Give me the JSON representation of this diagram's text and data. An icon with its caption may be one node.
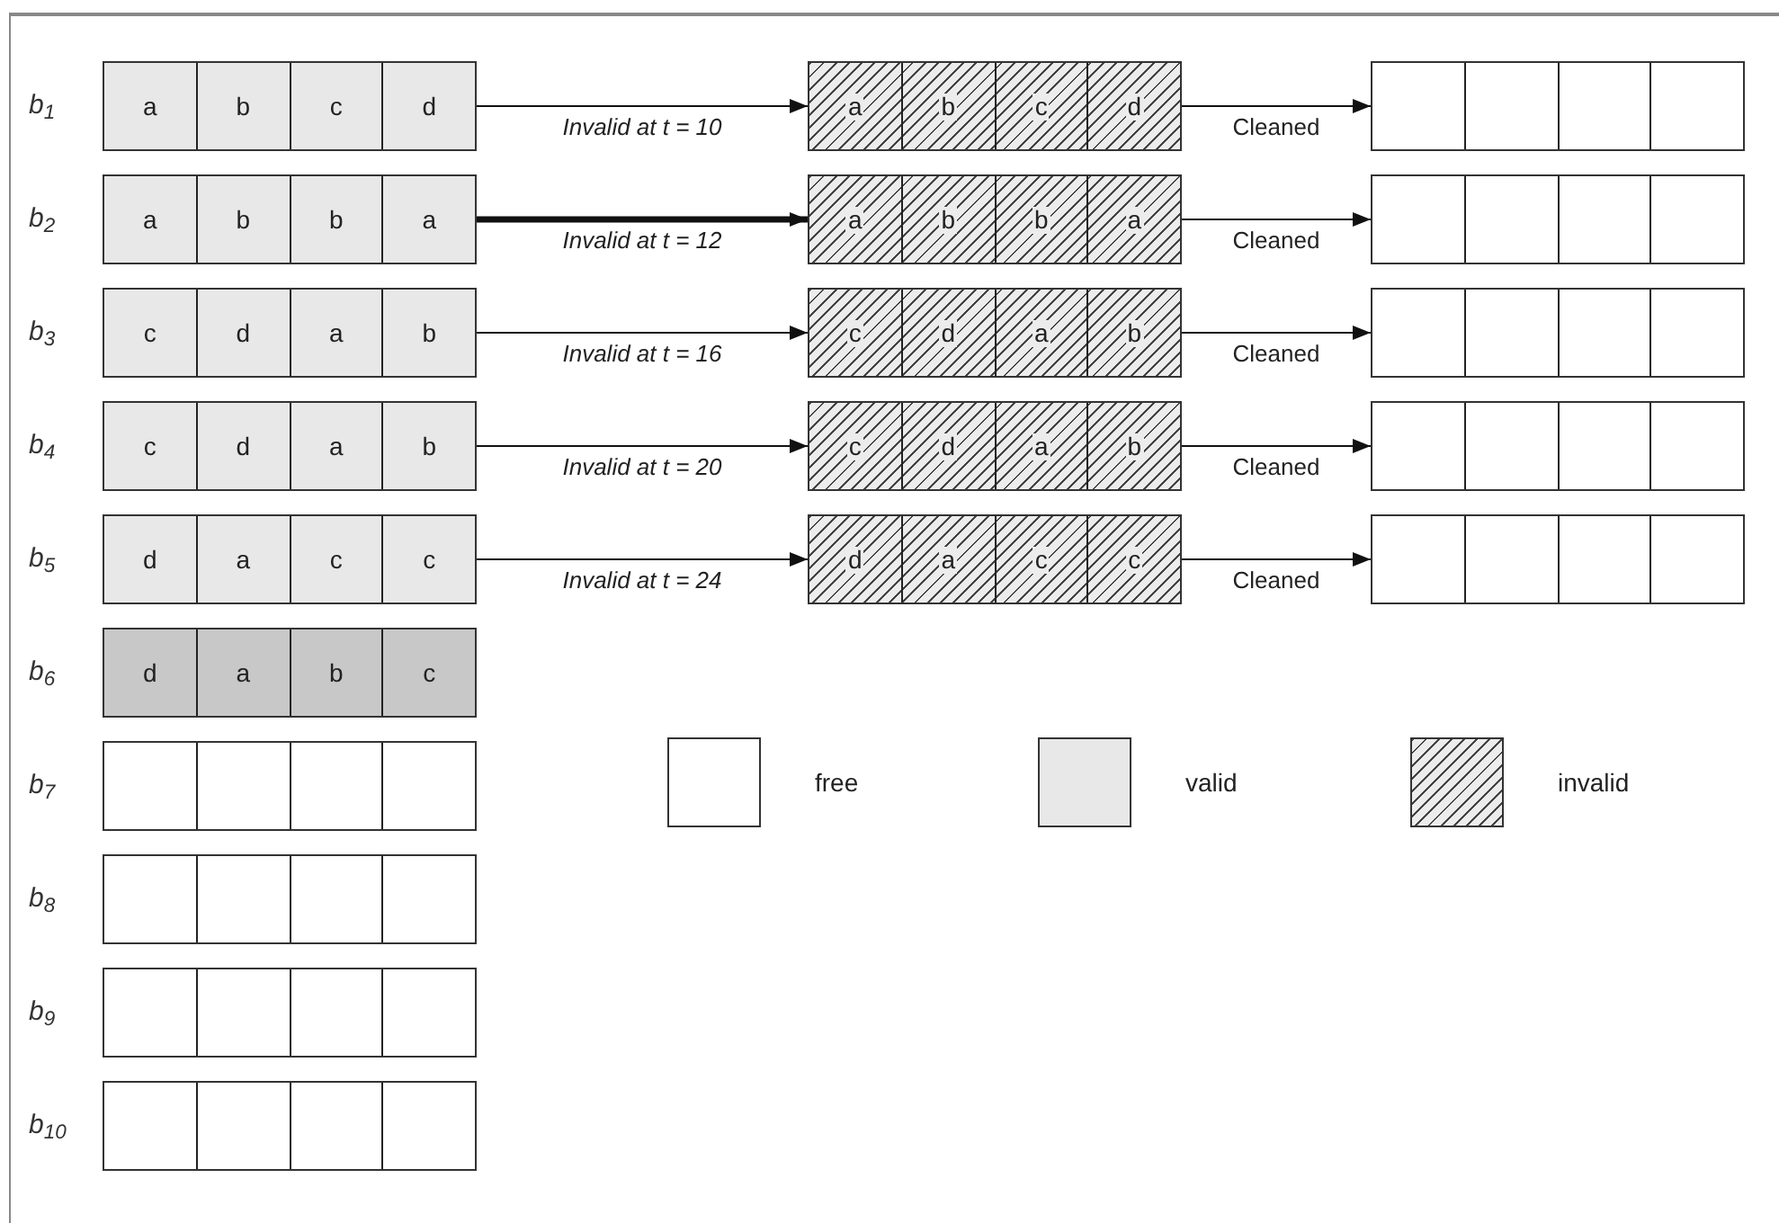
{
  "diagram": {
    "nodes": [
      {
        "text": [
          "a",
          "b",
          "c",
          "d"
        ],
        "beside": [
          "b$_{1}$"
        ]
      },
      {
        "text": [
          "a",
          "b",
          "c",
          "d"
        ]
      },
      {
        "text": [],
        "shape": "box"
      },
      {
        "text": [
          "a",
          "b",
          "b",
          "a"
        ],
        "beside": [
          "b$_{2}$"
        ]
      },
      {
        "text": [
          "a",
          "b",
          "b",
          "a"
        ]
      },
      {
        "text": [],
        "shape": "box"
      },
      {
        "text": [
          "c",
          "d",
          "a",
          "b"
        ],
        "beside": [
          "b$_{3}$"
        ]
      },
      {
        "text": [
          "c",
          "d",
          "a",
          "b"
        ]
      },
      {
        "text": [],
        "shape": "box"
      },
      {
        "text": [
          "c",
          "d",
          "a",
          "b"
        ],
        "beside": [
          "b$_{4}$"
        ]
      },
      {
        "text": [
          "c",
          "d",
          "a",
          "b"
        ]
      },
      {
        "text": [],
        "shape": "box"
      },
      {
        "text": [
          "d",
          "a",
          "c",
          "c"
        ],
        "beside": [
          "b$_{5}$"
        ]
      },
      {
        "text": [
          "d",
          "a",
          "c",
          "c"
        ]
      },
      {
        "text": [],
        "shape": "box"
      },
      {
        "text": [
          "d",
          "a",
          "b",
          "c"
        ],
        "beside": [
          "b$_{6}$"
        ]
      },
      {
        "text": [],
        "shape": "box",
        "beside": [
          "b$_{7}$"
        ]
      },
      {
        "text": [],
        "shape": "box",
        "beside": [
          "b$_{8}$"
        ]
      },
      {
        "text": [],
        "shape": "box",
        "beside": [
          "b$_{9}$"
        ]
      },
      {
        "text": [],
        "shape": "box",
        "beside": [
          "b$_{10}$"
        ]
      }
    ],
    "edges": [
      {
        "from": 0,
        "to": 1,
        "arrow": "to",
        "label": "Invalid at t = 10"
      },
      {
        "from": 1,
        "to": 2,
        "arrow": "to",
        "label": "Cleaned"
      },
      {
        "from": 3,
        "to": 4,
        "arrow": "to",
        "label": "Invalid at t = 12",
        "style": "thick"
      },
      {
        "from": 4,
        "to": 5,
        "arrow": "to",
        "label": "Cleaned"
      },
      {
        "from": 6,
        "to": 7,
        "arrow": "to",
        "label": "Invalid at t = 16"
      },
      {
        "from": 7,
        "to": 8,
        "arrow": "to",
        "label": "Cleaned"
      },
      {
        "from": 9,
        "to": 10,
        "arrow": "to",
        "label": "Invalid at t = 20"
      },
      {
        "from": 10,
        "to": 11,
        "arrow": "to",
        "label": "Cleaned"
      },
      {
        "from": 12,
        "to": 13,
        "arrow": "to",
        "label": "Invalid at t = 24"
      },
      {
        "from": 13,
        "to": 14,
        "arrow": "to",
        "label": "Cleaned"
      }
    ],
    "legend": [
      {
        "text": "free",
        "color": "#ffffff"
      },
      {
        "text": "valid",
        "color": "#e8e8e8"
      },
      {
        "text": "invalid"
      }
    ]
  }
}
